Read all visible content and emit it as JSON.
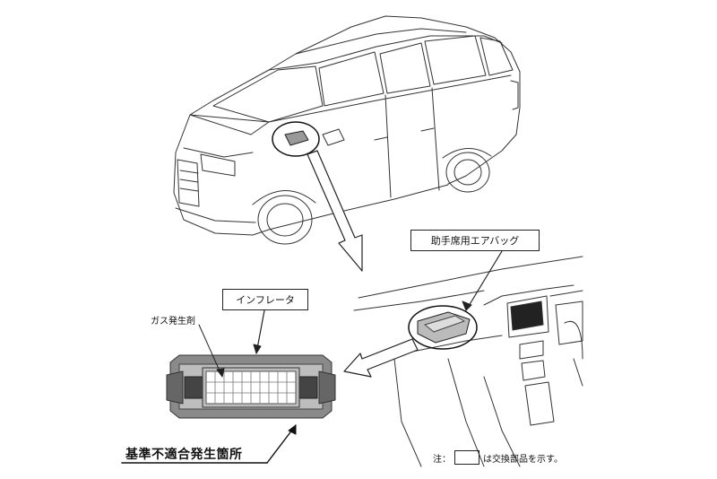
{
  "labels": {
    "airbag": "助手席用エアバッグ",
    "inflator": "インフレータ",
    "gas": "ガス発生剤",
    "defect": "基準不適合発生箇所"
  },
  "note": {
    "prefix": "注：",
    "suffix": "は交換部品を示す。"
  }
}
